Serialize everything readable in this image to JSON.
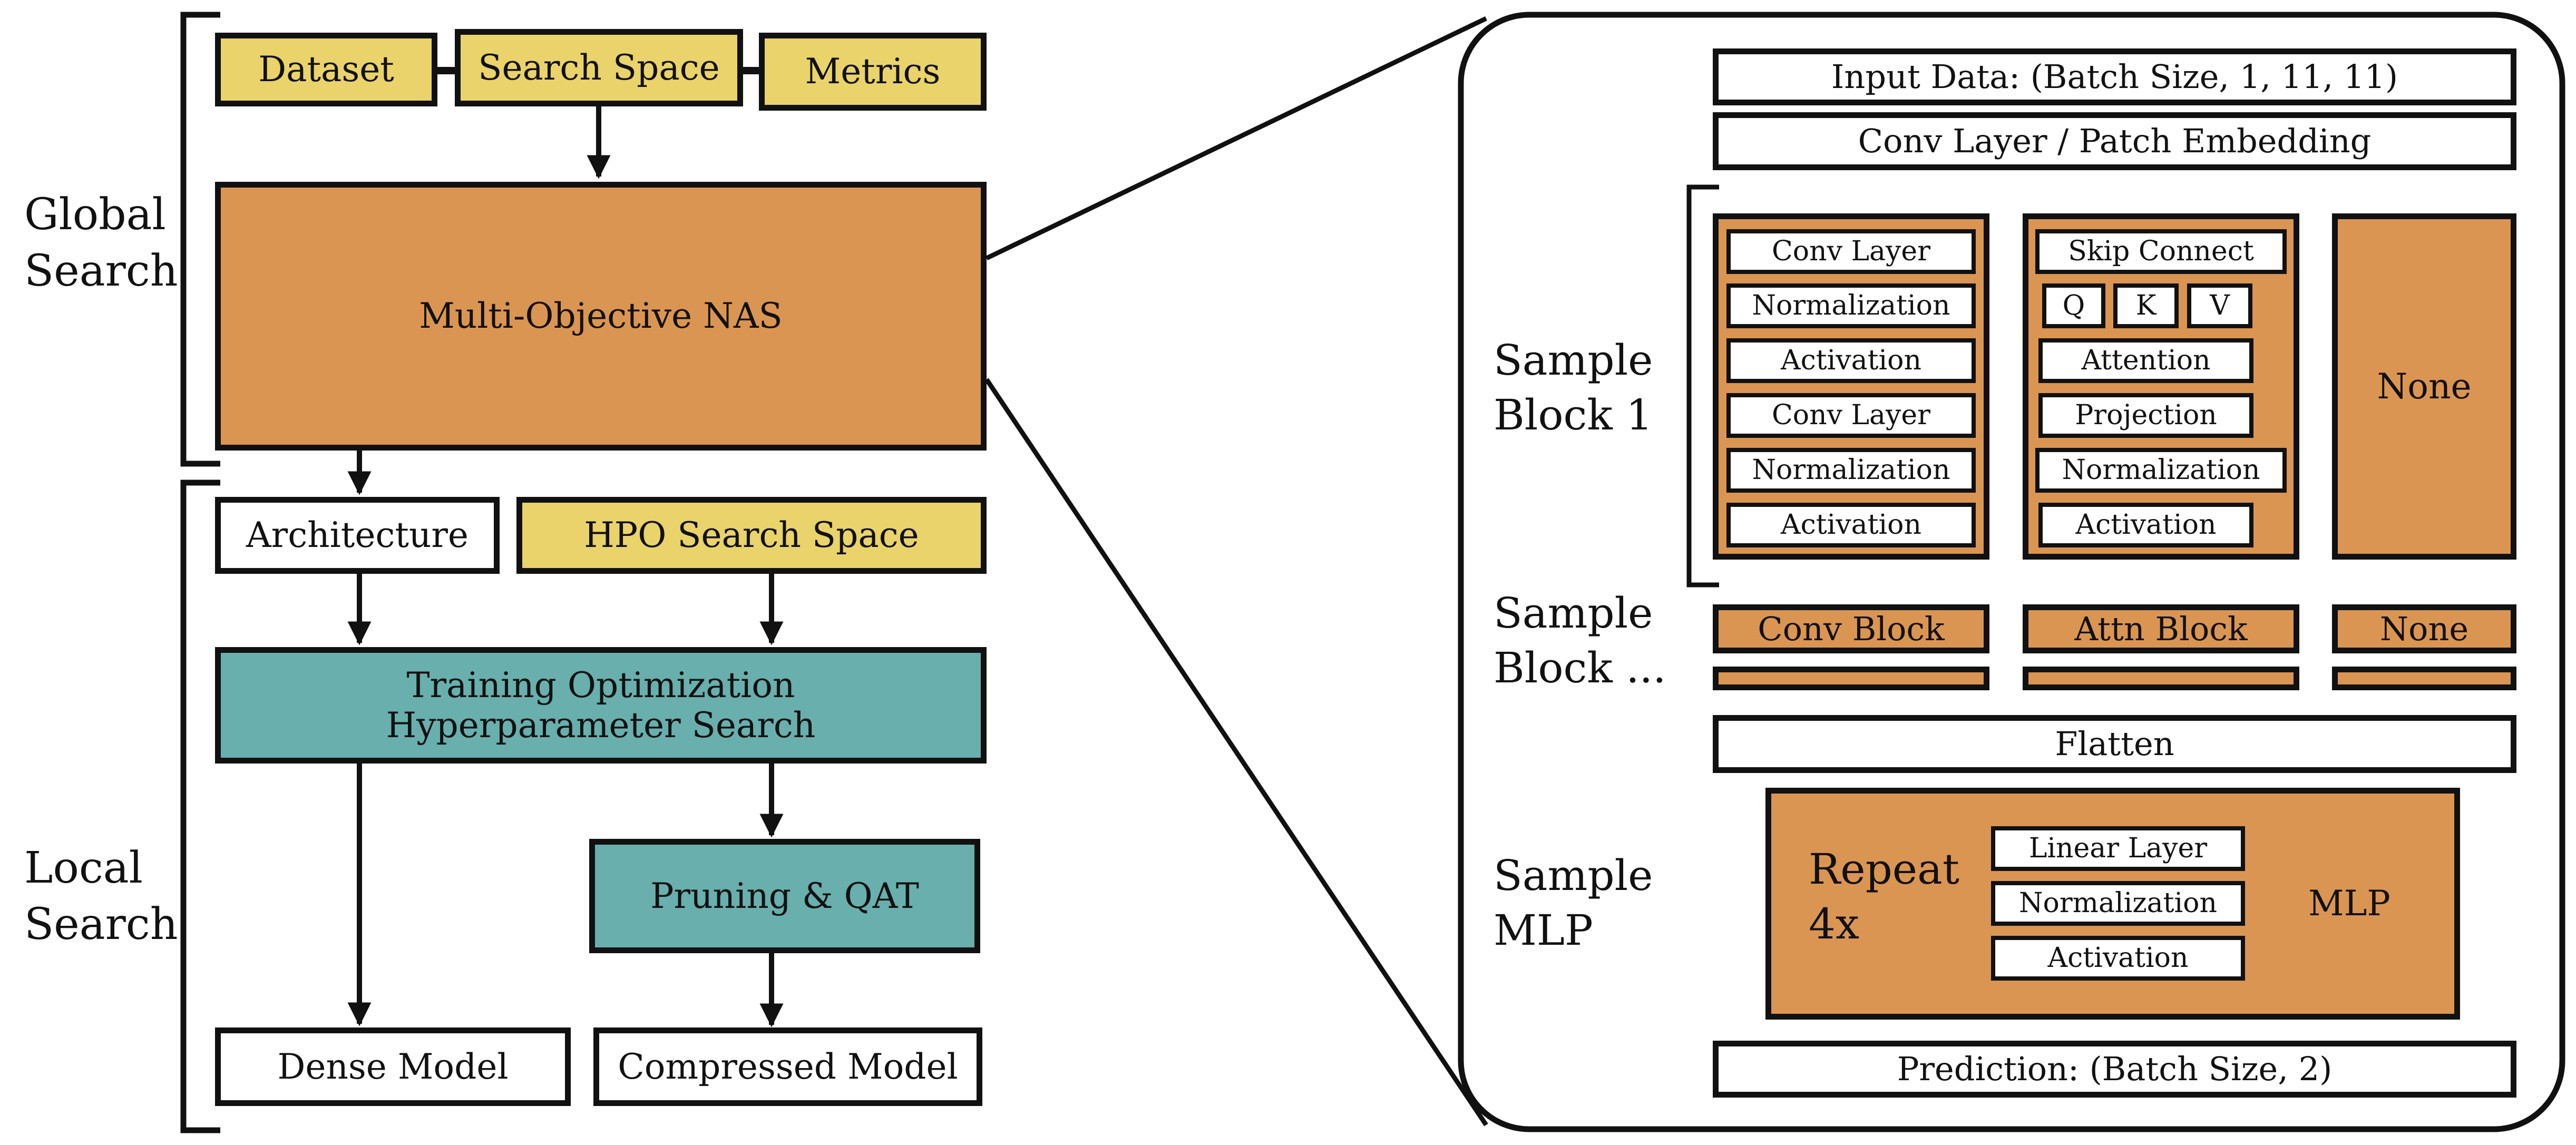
{
  "colors": {
    "yellow": "#E9D36A",
    "orange": "#DB9552",
    "teal": "#68AFAD",
    "white": "#FFFFFF",
    "line": "#111111"
  },
  "left": {
    "global_label": "Global\nSearch",
    "local_label": "Local\nSearch",
    "dataset": "Dataset",
    "search_space": "Search Space",
    "metrics": "Metrics",
    "nas": "Multi-Objective NAS",
    "architecture": "Architecture",
    "hpo": "HPO Search Space",
    "training": "Training Optimization\nHyperparameter Search",
    "pruning": "Pruning & QAT",
    "dense": "Dense Model",
    "compressed": "Compressed Model"
  },
  "right": {
    "input": "Input Data: (Batch Size, 1, 11, 11)",
    "conv_embed": "Conv Layer / Patch Embedding",
    "sample_block_1": "Sample\nBlock 1",
    "sample_block_n": "Sample\nBlock ...",
    "sample_mlp": "Sample\nMLP",
    "conv_col": [
      "Conv Layer",
      "Normalization",
      "Activation",
      "Conv Layer",
      "Normalization",
      "Activation"
    ],
    "attn_skip": "Skip Connect",
    "attn_q": "Q",
    "attn_k": "K",
    "attn_v": "V",
    "attn_col": [
      "Attention",
      "Projection",
      "Normalization",
      "Activation"
    ],
    "none": "None",
    "conv_block": "Conv Block",
    "attn_block": "Attn Block",
    "none_small": "None",
    "flatten": "Flatten",
    "repeat": "Repeat\n4x",
    "mlp_col": [
      "Linear Layer",
      "Normalization",
      "Activation"
    ],
    "mlp": "MLP",
    "prediction": "Prediction: (Batch Size, 2)"
  }
}
